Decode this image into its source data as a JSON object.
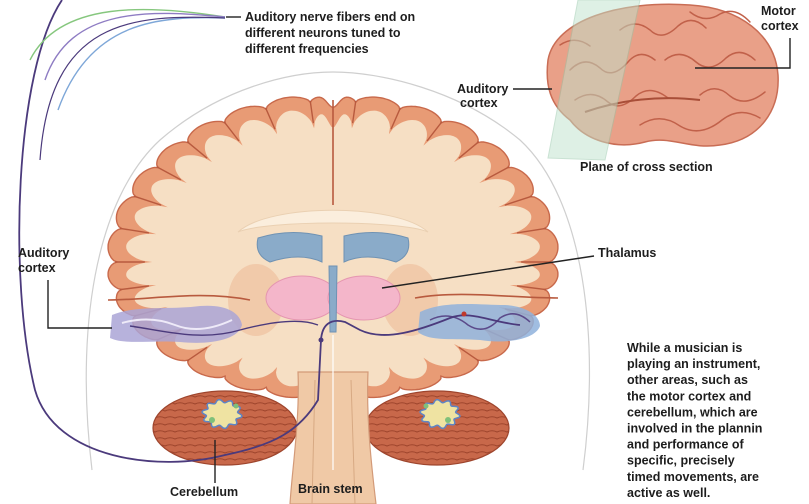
{
  "labels": {
    "auditory_nerve_fibers": [
      "Auditory nerve fibers end on",
      "different neurons tuned to",
      "different frequencies"
    ],
    "motor_cortex": [
      "Motor",
      "cortex"
    ],
    "auditory_cortex_top": [
      "Auditory",
      "cortex"
    ],
    "plane_of_cross_section": "Plane of cross section",
    "auditory_cortex_left": [
      "Auditory",
      "cortex"
    ],
    "thalamus": "Thalamus",
    "cerebellum": "Cerebellum",
    "brain_stem": "Brain stem"
  },
  "caption": [
    "While a musician is",
    "playing an instrument,",
    "other areas, such as",
    "the motor cortex and",
    "cerebellum, which are",
    "involved in the plannin",
    "and performance of",
    "specific, precisely",
    "timed movements, are",
    "active as well."
  ],
  "colors": {
    "gyri": "#e89b75",
    "gyri_stroke": "#c8694b",
    "white_matter": "#f6dfc4",
    "ventricles": "#8aabc9",
    "thalamus": "#f4b6ca",
    "auditory_cortex_left": "#aaa4d6",
    "auditory_cortex_right": "#8fb1dc",
    "nerve_fibers": "#4b3a7c",
    "cerebellum": "#c8684a",
    "plane": "#bfe3cc"
  }
}
